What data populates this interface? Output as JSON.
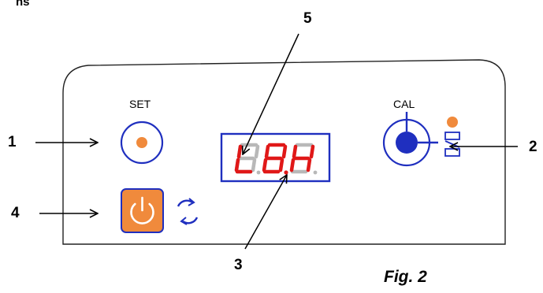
{
  "cropped_text": "ns",
  "panel": {
    "set_label": "SET",
    "cal_label": "CAL",
    "display_digits": [
      "L",
      "8",
      "H"
    ]
  },
  "callouts": [
    "1",
    "2",
    "3",
    "4",
    "5"
  ],
  "figure_caption": "Fig. 2",
  "icons": {
    "set_button": "circle-button-with-orange-dot",
    "cal_knob": "blue-knob-with-pointer",
    "power_button": "power-icon",
    "refresh": "refresh-icon",
    "indicator": "orange-led",
    "heater": "heater-symbol-icon"
  },
  "colors": {
    "accent_blue": "#1f2fbf",
    "orange": "#f08a3c",
    "digit_red": "#e01818",
    "digit_grey": "#b8b8b8"
  }
}
